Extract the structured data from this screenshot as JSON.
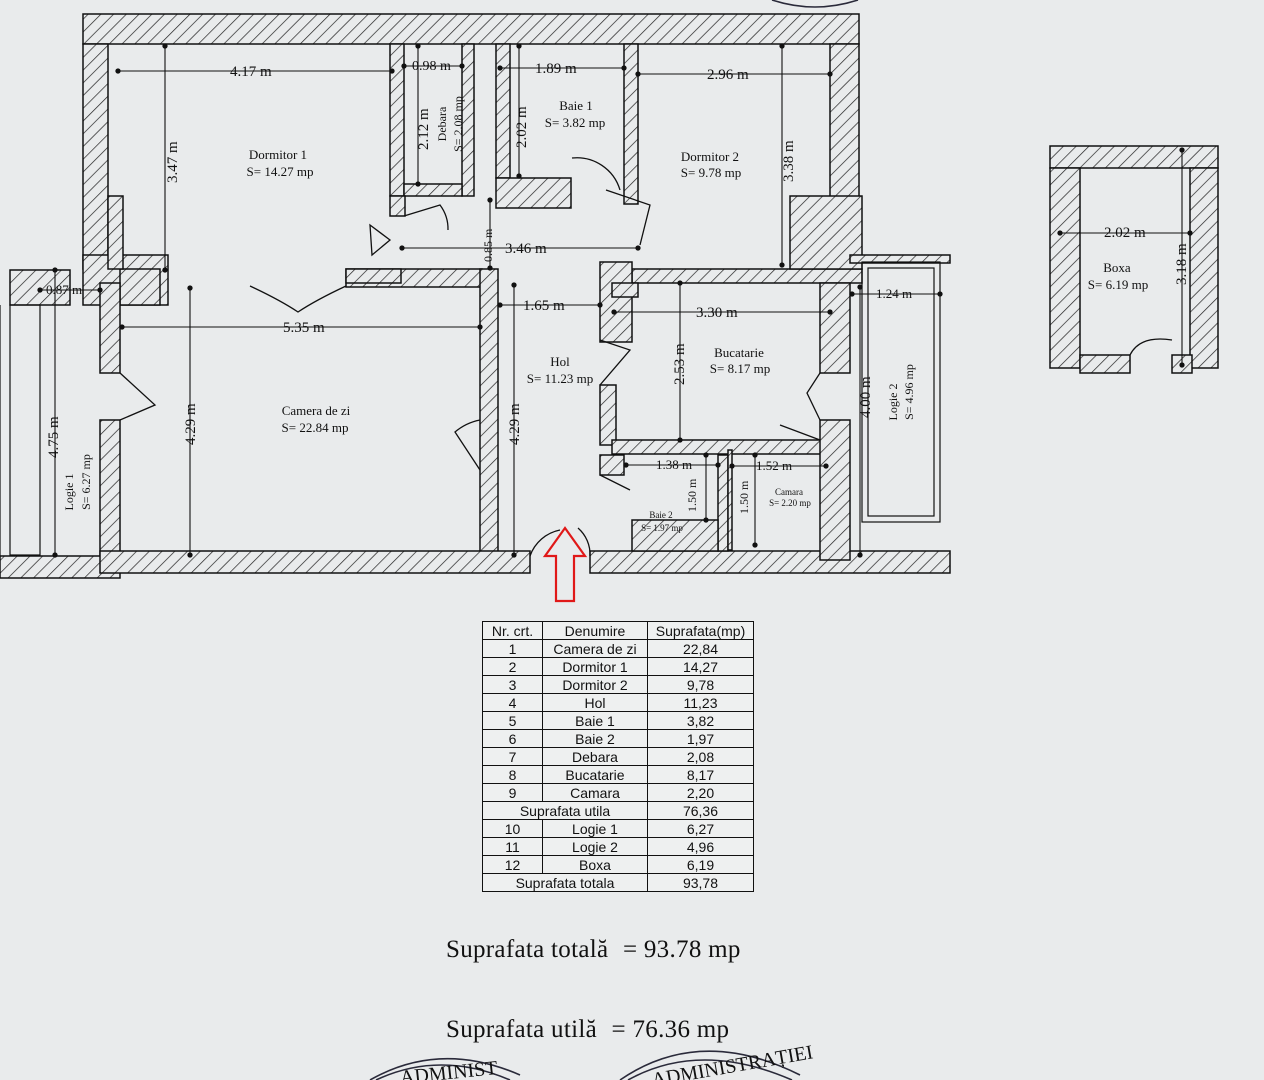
{
  "plan": {
    "rooms": [
      {
        "id": "dormitor1",
        "name": "Dormitor 1",
        "area": "S= 14.27 mp"
      },
      {
        "id": "debara",
        "name": "Debara",
        "area": "S= 2.08 mp"
      },
      {
        "id": "baie1",
        "name": "Baie 1",
        "area": "S= 3.82 mp"
      },
      {
        "id": "dormitor2",
        "name": "Dormitor 2",
        "area": "S= 9.78 mp"
      },
      {
        "id": "camera",
        "name": "Camera de zi",
        "area": "S= 22.84 mp"
      },
      {
        "id": "hol",
        "name": "Hol",
        "area": "S= 11.23 mp"
      },
      {
        "id": "bucatarie",
        "name": "Bucatarie",
        "area": "S= 8.17 mp"
      },
      {
        "id": "baie2",
        "name": "Baie 2",
        "area": "S= 1.97 mp"
      },
      {
        "id": "camara",
        "name": "Camara",
        "area": "S= 2.20 mp"
      },
      {
        "id": "logie1",
        "name": "Logie 1",
        "area": "S= 6.27 mp"
      },
      {
        "id": "logie2",
        "name": "Logie 2",
        "area": "S= 4.96 mp"
      },
      {
        "id": "boxa",
        "name": "Boxa",
        "area": "S= 6.19 mp"
      }
    ],
    "dims": {
      "d417": "4.17 m",
      "d098": "0.98 m",
      "d189": "1.89 m",
      "d296": "2.96 m",
      "d347": "3.47 m",
      "d212": "2.12 m",
      "d202": "2.02 m",
      "d338": "3.38 m",
      "d085": "0.85 m",
      "d346": "3.46 m",
      "d087": "0.87 m",
      "d535": "5.35 m",
      "d165": "1.65 m",
      "d330": "3.30 m",
      "d124": "1.24 m",
      "d253": "2.53 m",
      "d429a": "4.29 m",
      "d429b": "4.29 m",
      "d475": "4.75 m",
      "d400": "4.00 m",
      "d138": "1.38 m",
      "d152": "1.52 m",
      "d150a": "1.50 m",
      "d150b": "1.50 m",
      "d202b": "2.02 m",
      "d318": "3.18 m"
    },
    "stamp_text_1": "ADMINIST",
    "stamp_text_2": "ADMINISTRAȚIEI",
    "arrow_color": "#e01818"
  },
  "table": {
    "headers": [
      "Nr. crt.",
      "Denumire",
      "Suprafata(mp)"
    ],
    "rows": [
      {
        "nr": "1",
        "name": "Camera de zi",
        "area": "22,84"
      },
      {
        "nr": "2",
        "name": "Dormitor 1",
        "area": "14,27"
      },
      {
        "nr": "3",
        "name": "Dormitor 2",
        "area": "9,78"
      },
      {
        "nr": "4",
        "name": "Hol",
        "area": "11,23"
      },
      {
        "nr": "5",
        "name": "Baie 1",
        "area": "3,82"
      },
      {
        "nr": "6",
        "name": "Baie 2",
        "area": "1,97"
      },
      {
        "nr": "7",
        "name": "Debara",
        "area": "2,08"
      },
      {
        "nr": "8",
        "name": "Bucatarie",
        "area": "8,17"
      },
      {
        "nr": "9",
        "name": "Camara",
        "area": "2,20"
      }
    ],
    "subtotal": {
      "label": "Suprafata utila",
      "area": "76,36"
    },
    "rows2": [
      {
        "nr": "10",
        "name": "Logie 1",
        "area": "6,27"
      },
      {
        "nr": "11",
        "name": "Logie 2",
        "area": "4,96"
      },
      {
        "nr": "12",
        "name": "Boxa",
        "area": "6,19"
      }
    ],
    "total": {
      "label": "Suprafata totala",
      "area": "93,78"
    }
  },
  "summary": {
    "total_label": "Suprafata totală",
    "total_value": "= 93.78 mp",
    "utila_label": "Suprafata utilă",
    "utila_value": "= 76.36 mp"
  }
}
